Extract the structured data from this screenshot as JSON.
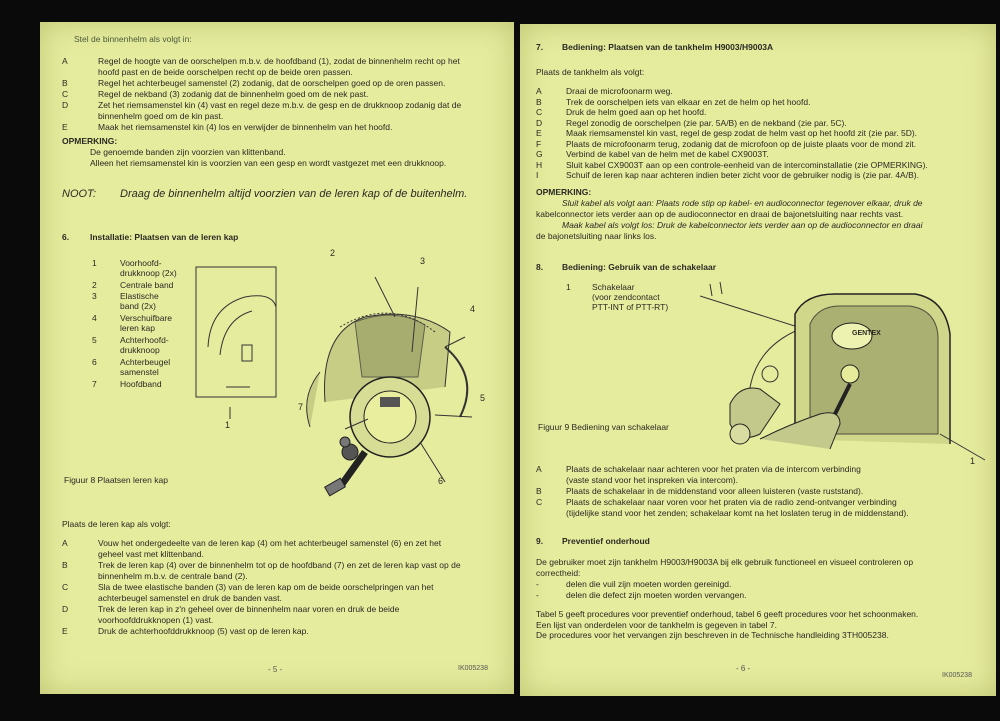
{
  "left": {
    "intro": "Stel de binnenhelm als volgt in:",
    "intro_steps": [
      {
        "key": "A",
        "text": "Regel de hoogte van de oorschelpen m.b.v. de hoofdband (1), zodat de binnenhelm recht op het\nhoofd past en de beide oorschelpen recht op de beide oren passen."
      },
      {
        "key": "B",
        "text": "Regel het achterbeugel samenstel (2) zodanig, dat de oorschelpen goed op de oren passen."
      },
      {
        "key": "C",
        "text": "Regel de nekband (3) zodanig dat de binnenhelm goed om de nek past."
      },
      {
        "key": "D",
        "text": "Zet het riemsamenstel kin (4) vast en regel deze m.b.v. de gesp en de drukknoop zodanig dat de\nbinnenhelm goed om de kin past."
      },
      {
        "key": "E",
        "text": "Maak het riemsamenstel kin (4) los en verwijder de binnenhelm van het hoofd."
      }
    ],
    "opmerking_title": "OPMERKING:",
    "opmerking_lines": [
      "De genoemde banden zijn voorzien van klittenband.",
      "Alleen het riemsamenstel kin is voorzien van een gesp en wordt vastgezet met een drukknoop."
    ],
    "noot_label": "NOOT:",
    "noot_text": "Draag de binnenhelm altijd voorzien van de leren kap of de buitenhelm.",
    "section_number": "6.",
    "section_title": "Installatie: Plaatsen van de leren kap",
    "legend": [
      {
        "n": "1",
        "text": "Voorhoofd-\ndrukknoop (2x)"
      },
      {
        "n": "2",
        "text": "Centrale band"
      },
      {
        "n": "3",
        "text": "Elastische\nband (2x)"
      },
      {
        "n": "4",
        "text": "Verschuifbare\nleren kap"
      },
      {
        "n": "5",
        "text": "Achterhoofd-\ndrukknoop"
      },
      {
        "n": "6",
        "text": "Achterbeugel\nsamenstel"
      },
      {
        "n": "7",
        "text": "Hoofdband"
      }
    ],
    "callouts": [
      "1",
      "2",
      "3",
      "4",
      "5",
      "6",
      "7"
    ],
    "figure_caption": "Figuur 8  Plaatsen leren kap",
    "steps_intro": "Plaats de leren kap als volgt:",
    "steps": [
      {
        "key": "A",
        "text": "Vouw het ondergedeelte van de leren kap (4) om het achterbeugel samenstel (6) en zet het\ngeheel vast met klittenband."
      },
      {
        "key": "B",
        "text": "Trek de leren kap (4) over de binnenhelm tot op de hoofdband (7) en zet de leren kap vast op de\nbinnenhelm m.b.v. de centrale band (2)."
      },
      {
        "key": "C",
        "text": "Sla de twee elastische banden (3) van de leren kap om de beide oorschelpringen van het\nachterbeugel samenstel en druk de banden vast."
      },
      {
        "key": "D",
        "text": "Trek de leren kap in z'n geheel over de binnenhelm naar voren en druk de beide\nvoorhoofddrukknopen (1) vast."
      },
      {
        "key": "E",
        "text": "Druk de achterhoofddrukknoop (5) vast op de leren kap."
      }
    ],
    "page_number": "- 5 -",
    "doc_code": "IK005238"
  },
  "right": {
    "section7_number": "7.",
    "section7_title": "Bediening: Plaatsen van de tankhelm H9003/H9003A",
    "section7_intro": "Plaats de tankhelm als volgt:",
    "section7_steps": [
      {
        "key": "A",
        "text": "Draai de microfoonarm weg."
      },
      {
        "key": "B",
        "text": "Trek de oorschelpen iets van elkaar en zet de helm op het hoofd."
      },
      {
        "key": "C",
        "text": "Druk de helm goed aan op het hoofd."
      },
      {
        "key": "D",
        "text": "Regel zonodig de oorschelpen (zie par. 5A/B) en de nekband (zie par. 5C)."
      },
      {
        "key": "E",
        "text": "Maak riemsamenstel kin vast, regel de gesp zodat de helm vast op het hoofd zit (zie par. 5D)."
      },
      {
        "key": "F",
        "text": "Plaats de microfoonarm terug, zodanig dat de microfoon op de juiste plaats voor de mond zit."
      },
      {
        "key": "G",
        "text": "Verbind de kabel van de helm met de kabel CX9003T."
      },
      {
        "key": "H",
        "text": "Sluit kabel CX9003T aan op een controle-eenheid van de intercominstallatie (zie OPMERKING)."
      },
      {
        "key": "I",
        "text": "Schuif de leren kap naar achteren indien beter zicht voor de gebruiker nodig is (zie par. 4A/B)."
      }
    ],
    "opmerking_title": "OPMERKING:",
    "opmerking_lines": [
      "Sluit kabel als volgt aan: Plaats rode stip op kabel- en audioconnector tegenover elkaar, druk de",
      "kabelconnector iets verder aan op de audioconnector en draai de bajonetsluiting naar rechts vast.",
      "Maak kabel als volgt los: Druk de kabelconnector iets verder aan op de audioconnector en draai",
      "de bajonetsluiting naar links los."
    ],
    "section8_number": "8.",
    "section8_title": "Bediening: Gebruik van de schakelaar",
    "legend": [
      {
        "n": "1",
        "text": "Schakelaar\n(voor zendcontact\nPTT-INT of PTT-RT)"
      }
    ],
    "brand_label": "GENTEX",
    "callouts": [
      "1"
    ],
    "figure_caption": "Figuur 9  Bediening van schakelaar",
    "switch_steps": [
      {
        "key": "A",
        "text": "Plaats de schakelaar naar achteren voor het praten via de intercom verbinding\n(vaste stand voor het inspreken via intercom)."
      },
      {
        "key": "B",
        "text": "Plaats de schakelaar in de middenstand voor alleen luisteren (vaste ruststand)."
      },
      {
        "key": "C",
        "text": "Plaats de schakelaar naar voren voor het praten via de radio zend-ontvanger verbinding\n(tijdelijke stand voor het zenden; schakelaar komt na het loslaten terug in de middenstand)."
      }
    ],
    "section9_number": "9.",
    "section9_title": "Preventief onderhoud",
    "section9_para": "De gebruiker moet zijn tankhelm H9003/H9003A bij elk gebruik functioneel en visueel controleren op\ncorrectheid:",
    "section9_bullets": [
      "delen die vuil zijn moeten worden gereinigd.",
      "delen die defect zijn moeten worden vervangen."
    ],
    "section9_closing": "Tabel 5 geeft procedures voor preventief onderhoud, tabel 6 geeft procedures voor het schoonmaken.\nEen lijst van onderdelen voor de tankhelm is gegeven in tabel 7.\nDe procedures voor het vervangen zijn beschreven in de Technische handleiding 3TH005238.",
    "page_number": "- 6 -",
    "doc_code": "IK005238"
  }
}
